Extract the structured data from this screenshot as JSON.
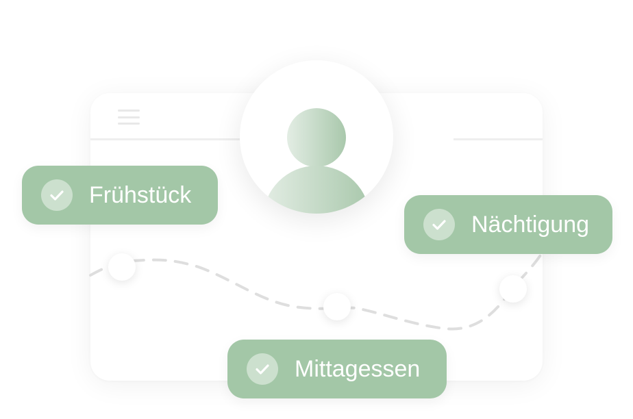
{
  "colors": {
    "accent": "#a3c7a7",
    "avatar_gradient_start": "#e3ede4",
    "avatar_gradient_end": "#a9c8ac",
    "dashed_line": "#dedede"
  },
  "icons": {
    "menu": "hamburger-menu-icon",
    "profile": "user-avatar-icon",
    "check": "check-circle-icon"
  },
  "tags": [
    {
      "label": "Frühstück",
      "checked": true
    },
    {
      "label": "Nächtigung",
      "checked": true
    },
    {
      "label": "Mittagessen",
      "checked": true
    }
  ]
}
